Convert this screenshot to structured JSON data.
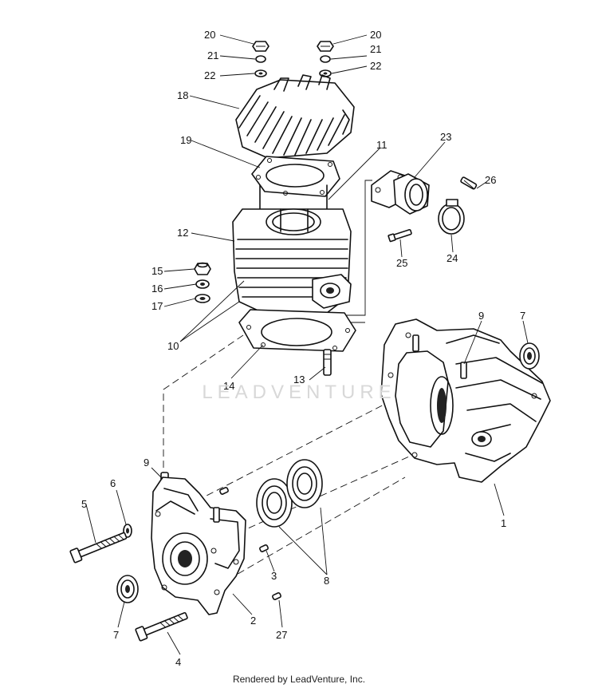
{
  "watermark": "LEADVENTURE",
  "footer": "Rendered by LeadVenture, Inc.",
  "callouts": [
    "20",
    "20",
    "21",
    "21",
    "22",
    "22",
    "18",
    "19",
    "11",
    "23",
    "26",
    "12",
    "15",
    "16",
    "17",
    "25",
    "24",
    "10",
    "14",
    "13",
    "9",
    "7",
    "9",
    "6",
    "5",
    "1",
    "3",
    "8",
    "2",
    "7",
    "27",
    "4"
  ]
}
